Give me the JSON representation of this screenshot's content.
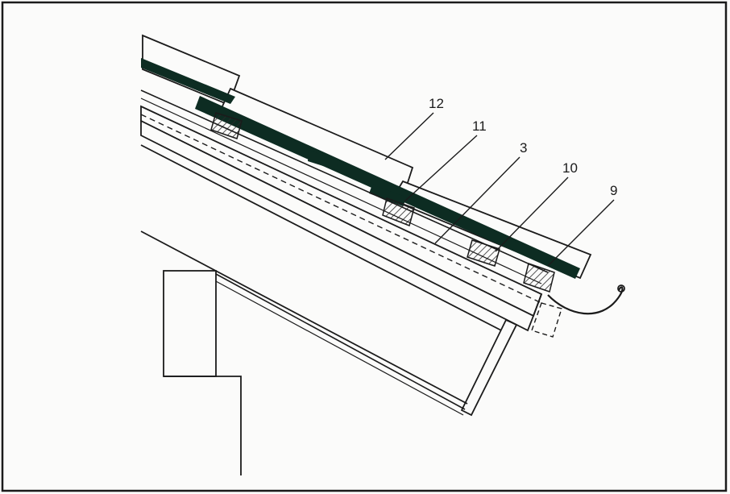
{
  "diagram": {
    "colors": {
      "line": "#1b1b1b",
      "membrane": "#0d2c22",
      "background": "#fbfbfa",
      "hatch": "#2a2a2a"
    },
    "callouts": [
      {
        "id": "c12",
        "label": "12"
      },
      {
        "id": "c11",
        "label": "11"
      },
      {
        "id": "c3",
        "label": "3"
      },
      {
        "id": "c10",
        "label": "10"
      },
      {
        "id": "c9",
        "label": "9"
      }
    ]
  }
}
